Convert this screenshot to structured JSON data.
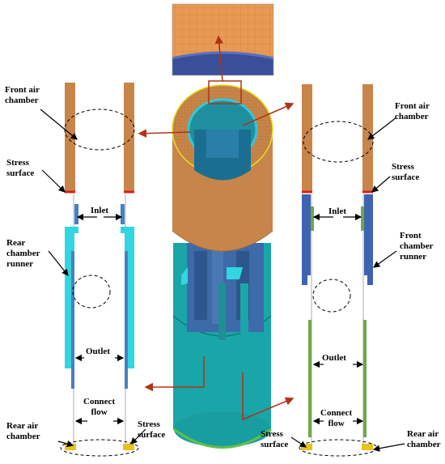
{
  "labels": {
    "left_front_air_chamber": "Front air\nchamber",
    "left_stress_surface_top": "Stress\nsurface",
    "left_inlet": "Inlet",
    "left_rear_chamber_runner": "Rear\nchamber\nrunner",
    "left_outlet": "Outlet",
    "left_connect_flow": "Connect\nflow",
    "left_rear_air_chamber": "Rear air\nchamber",
    "left_stress_surface_bottom": "Stress\nsurface",
    "right_front_air_chamber": "Front air\nchamber",
    "right_stress_surface_top": "Stress\nsurface",
    "right_inlet": "Inlet",
    "right_front_chamber_runner": "Front\nchamber\nrunner",
    "right_outlet": "Outlet",
    "right_connect_flow": "Connect\nflow",
    "right_stress_surface_bottom": "Stress\nsurface",
    "right_rear_air_chamber": "Rear air\nchamber"
  },
  "colors": {
    "front_chamber": "#c8854a",
    "stress_surface": "#d62020",
    "rear_runner_cyan": "#33d6e0",
    "front_runner_blue": "#3f63b0",
    "channel_blue": "#4a7fc0",
    "green_strip": "#6fa845",
    "rear_chamber_yellow": "#e8c21a",
    "cylinder_teal": "#1aa6a8",
    "arrow_red": "#b03318",
    "mesh_orange": "#e8a05a"
  }
}
